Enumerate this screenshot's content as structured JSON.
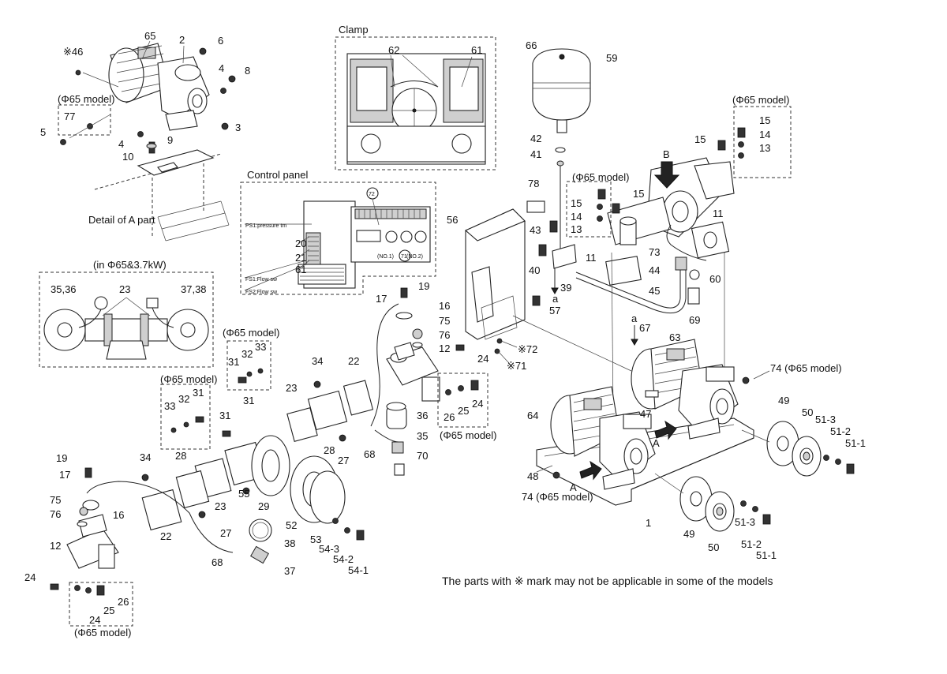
{
  "section_titles": {
    "clamp": "Clamp",
    "control_panel": "Control panel",
    "detail_a": "Detail of A part",
    "in_phi65": "(in Φ65&3.7kW)"
  },
  "model_tag": "(Φ65 model)",
  "control_panel_labels": {
    "ps1": "PS1:pressure tm",
    "fs1": "FS1:Flow sw",
    "fs2": "FS2:Flow sw",
    "no1": "(NO.1)",
    "no2": "(NO.2)"
  },
  "flow_marks": {
    "a": "a",
    "A": "A",
    "B": "B"
  },
  "footnote": "The parts with ※ mark may not be applicable in some of the models",
  "part_numbers": {
    "p65": "65",
    "p2": "2",
    "p6": "6",
    "p46": "※46",
    "p4a": "4",
    "p8": "8",
    "p77": "77",
    "p5": "5",
    "p3": "3",
    "p4b": "4",
    "p10": "10",
    "p9": "9",
    "p62": "62",
    "p61a": "61",
    "p66": "66",
    "p59": "59",
    "p42": "42",
    "p41": "41",
    "p15a": "15",
    "p14a": "14",
    "p13a": "13",
    "p15b": "15",
    "p15c": "15",
    "p14b": "14",
    "p13b": "13",
    "p15d": "15",
    "p11a": "11",
    "p78": "78",
    "p56": "56",
    "p43": "43",
    "p40": "40",
    "p39": "39",
    "p57": "57",
    "p11b": "11",
    "p73": "73",
    "p44": "44",
    "p60": "60",
    "p45": "45",
    "p69": "69",
    "p67": "67",
    "p63": "63",
    "p72": "※72",
    "p71": "※71",
    "p74a": "74 (Φ65 model)",
    "p72c": "72",
    "p71c": "71",
    "p20": "20",
    "p21": "21",
    "p61b": "61",
    "p353": "35,36",
    "p23a": "23",
    "p373": "37,38",
    "p19a": "19",
    "p17a": "17",
    "p16a": "16",
    "p75a": "75",
    "p76a": "76",
    "p12a": "12",
    "p24a": "24",
    "p26a": "26",
    "p25a": "25",
    "p24b": "24",
    "p31a": "31",
    "p32a": "32",
    "p33a": "33",
    "p33b": "33",
    "p32b": "32",
    "p31b": "31",
    "p31c": "31",
    "p31d": "31",
    "p34a": "34",
    "p22a": "22",
    "p23b": "23",
    "p36": "36",
    "p35": "35",
    "p68a": "68",
    "p70": "70",
    "p28a": "28",
    "p27a": "27",
    "p34b": "34",
    "p28b": "28",
    "p23c": "23",
    "p55": "55",
    "p29": "29",
    "p52": "52",
    "p53": "53",
    "p543": "54-3",
    "p542": "54-2",
    "p541": "54-1",
    "p22b": "22",
    "p27b": "27",
    "p38": "38",
    "p37": "37",
    "p68b": "68",
    "p19b": "19",
    "p17b": "17",
    "p16b": "16",
    "p75b": "75",
    "p76b": "76",
    "p12b": "12",
    "p24c": "24",
    "p26b": "26",
    "p25b": "25",
    "p24d": "24",
    "p64": "64",
    "p47": "47",
    "p48": "48",
    "p74b": "74 (Φ65 model)",
    "p1": "1",
    "p49a": "49",
    "p50a": "50",
    "p513a": "51-3",
    "p512a": "51-2",
    "p511a": "51-1",
    "p49b": "49",
    "p50b": "50",
    "p513b": "51-3",
    "p512b": "51-2",
    "p511b": "51-1"
  }
}
